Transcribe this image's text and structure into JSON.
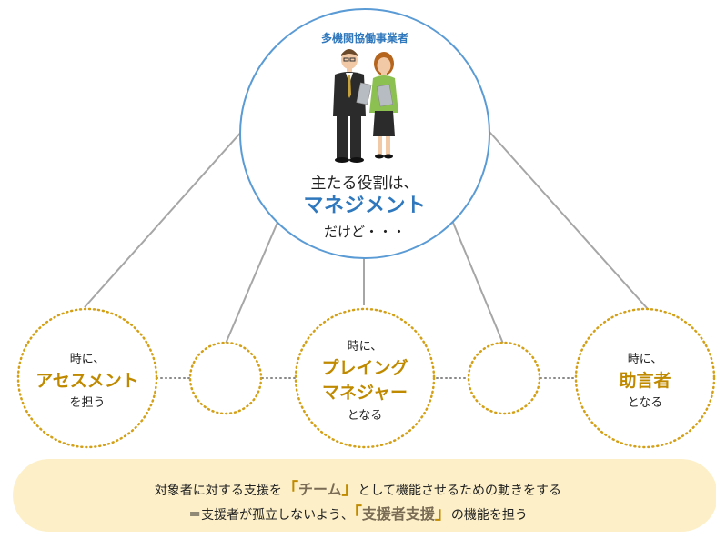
{
  "top_node": {
    "heading": "多機関協働事業者",
    "role_line1": "主たる役割は、",
    "role_line2": "マネジメント",
    "role_line3": "だけど・・・"
  },
  "roles": {
    "left": {
      "line1": "時に、",
      "line2": "アセスメント",
      "line3": "を担う"
    },
    "center": {
      "line1": "時に、",
      "line2a": "プレイング",
      "line2b": "マネジャー",
      "line3": "となる"
    },
    "right": {
      "line1": "時に、",
      "line2": "助言者",
      "line3": "となる"
    }
  },
  "banner": {
    "line1_pre": "対象者に対する支援を",
    "line1_open": "「",
    "line1_emph": "チーム",
    "line1_close": "」",
    "line1_post": "として機能させるための動きをする",
    "line2_pre": "＝支援者が孤立しないよう、",
    "line2_open": "「",
    "line2_emph": "支援者支援",
    "line2_close": "」",
    "line2_post": "の機能を担う"
  },
  "colors": {
    "top_circle_border": "#5b9bd5",
    "accent_blue": "#2f78bd",
    "dotted_circle": "#d4a017",
    "gold_text": "#c08a00",
    "connector": "#a6a6a6",
    "banner_fill": "#fdf0c8"
  }
}
